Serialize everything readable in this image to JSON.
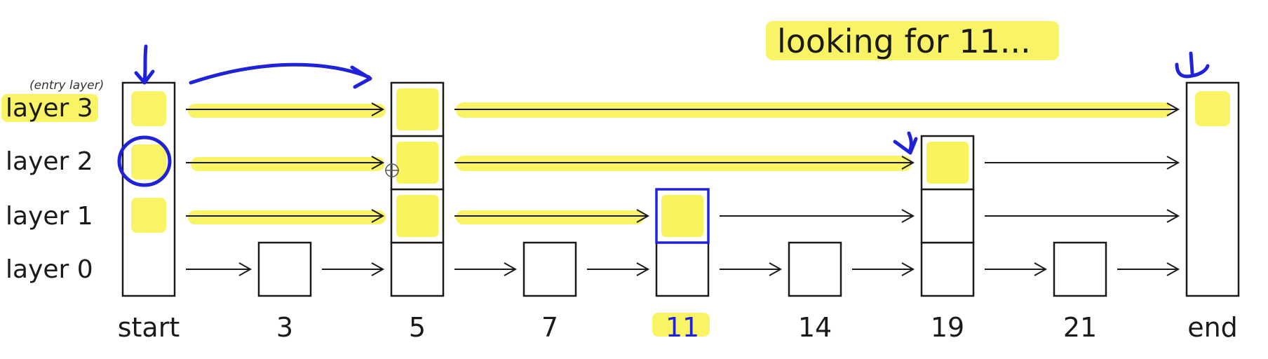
{
  "title": "looking for 11...",
  "entry_note": "(entry layer)",
  "layers": [
    "layer 0",
    "layer 1",
    "layer 2",
    "layer 3"
  ],
  "nodes": [
    {
      "label": "start",
      "levels": [
        0,
        1,
        2,
        3
      ],
      "highlight": [
        3,
        2,
        1
      ],
      "sentinel": true
    },
    {
      "label": "3",
      "levels": [
        0
      ],
      "highlight": []
    },
    {
      "label": "5",
      "levels": [
        0,
        1,
        2,
        3
      ],
      "highlight": [
        3,
        2,
        1
      ]
    },
    {
      "label": "7",
      "levels": [
        0
      ],
      "highlight": []
    },
    {
      "label": "11",
      "levels": [
        0,
        1
      ],
      "highlight": [
        1
      ],
      "target": true
    },
    {
      "label": "14",
      "levels": [
        0
      ],
      "highlight": []
    },
    {
      "label": "19",
      "levels": [
        0,
        1,
        2
      ],
      "highlight": [
        2
      ]
    },
    {
      "label": "21",
      "levels": [
        0
      ],
      "highlight": []
    },
    {
      "label": "end",
      "levels": [
        0,
        1,
        2,
        3
      ],
      "highlight": [
        3
      ],
      "sentinel": true
    }
  ],
  "highlight_color": "#f8f24a",
  "accent_color": "#1f22d8"
}
